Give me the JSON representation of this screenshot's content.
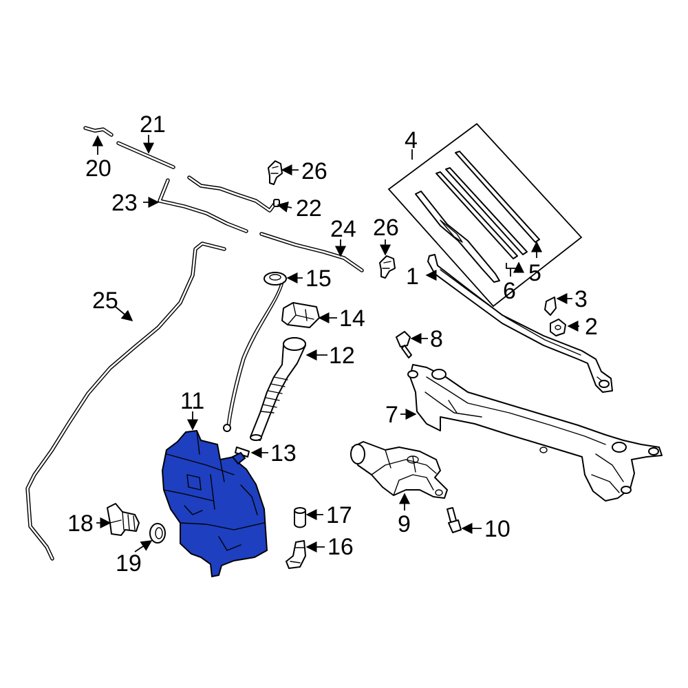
{
  "diagram": {
    "highlight_color": "#1e3fbf",
    "line_color": "#000000",
    "background": "#ffffff",
    "callouts": [
      "1",
      "2",
      "3",
      "4",
      "5",
      "6",
      "7",
      "8",
      "9",
      "10",
      "11",
      "12",
      "13",
      "14",
      "15",
      "16",
      "17",
      "18",
      "19",
      "20",
      "21",
      "22",
      "23",
      "24",
      "25",
      "26",
      "26"
    ],
    "highlighted_part": "11"
  }
}
